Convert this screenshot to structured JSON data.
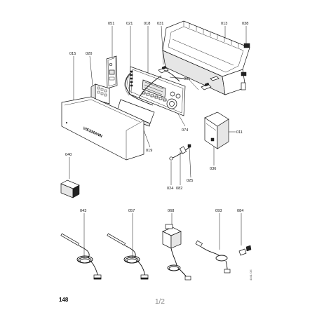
{
  "page": {
    "page_number": "148",
    "sheet_indicator": "1/2",
    "drawing_code": "4041 OE"
  },
  "brand_text": "VIESMANN",
  "callouts": [
    {
      "id": "051"
    },
    {
      "id": "021"
    },
    {
      "id": "018"
    },
    {
      "id": "031"
    },
    {
      "id": "013"
    },
    {
      "id": "038"
    },
    {
      "id": "015"
    },
    {
      "id": "020"
    },
    {
      "id": "001"
    },
    {
      "id": "074"
    },
    {
      "id": "011"
    },
    {
      "id": "019"
    },
    {
      "id": "040"
    },
    {
      "id": "036"
    },
    {
      "id": "024"
    },
    {
      "id": "082"
    },
    {
      "id": "025"
    },
    {
      "id": "043"
    },
    {
      "id": "057"
    },
    {
      "id": "068"
    },
    {
      "id": "093"
    },
    {
      "id": "084"
    }
  ]
}
